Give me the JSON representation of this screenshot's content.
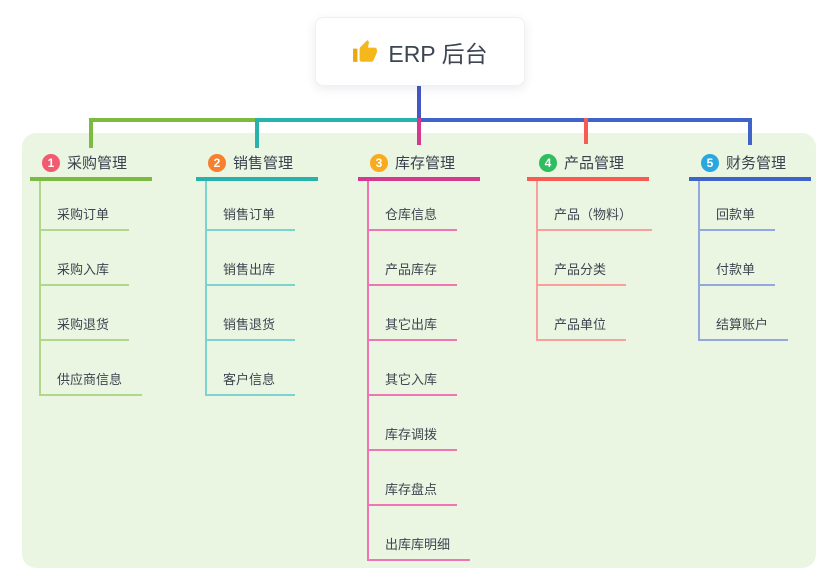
{
  "root": {
    "title": "ERP 后台",
    "icon": "thumbs-up-icon",
    "icon_color": "#F5B81C"
  },
  "panel_color": "#EAF6E2",
  "root_connector_color": "#4556C5",
  "branches": [
    {
      "badge": "1",
      "label": "采购管理",
      "line_color": "#7DBA41",
      "child_line_color": "#AFD88C",
      "badge_color": "#F25A70",
      "children": [
        "采购订单",
        "采购入库",
        "采购退货",
        "供应商信息"
      ]
    },
    {
      "badge": "2",
      "label": "销售管理",
      "line_color": "#27B2AB",
      "child_line_color": "#7FD3CE",
      "badge_color": "#F6802D",
      "children": [
        "销售订单",
        "销售出库",
        "销售退货",
        "客户信息"
      ]
    },
    {
      "badge": "3",
      "label": "库存管理",
      "line_color": "#D4388F",
      "child_line_color": "#F075B4",
      "badge_color": "#F9AB20",
      "children": [
        "仓库信息",
        "产品库存",
        "其它出库",
        "其它入库",
        "库存调拨",
        "库存盘点",
        "出库库明细"
      ]
    },
    {
      "badge": "4",
      "label": "产品管理",
      "line_color": "#F75B51",
      "child_line_color": "#F9A09A",
      "badge_color": "#2EBD5F",
      "children": [
        "产品（物料）",
        "产品分类",
        "产品单位"
      ]
    },
    {
      "badge": "5",
      "label": "财务管理",
      "line_color": "#3F63C8",
      "child_line_color": "#94A8E0",
      "badge_color": "#2BA7E0",
      "children": [
        "回款单",
        "付款单",
        "结算账户"
      ]
    }
  ]
}
